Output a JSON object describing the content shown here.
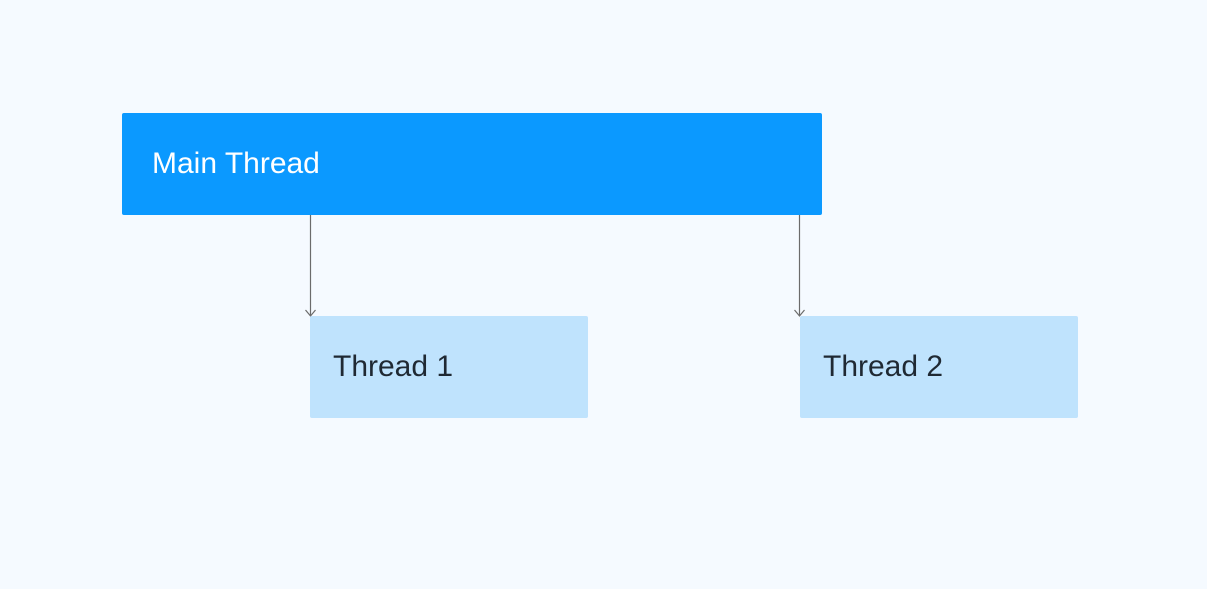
{
  "diagram": {
    "nodes": {
      "main": {
        "label": "Main Thread"
      },
      "thread1": {
        "label": "Thread 1"
      },
      "thread2": {
        "label": "Thread 2"
      }
    },
    "edges": [
      {
        "from": "Main Thread",
        "to": "Thread 1"
      },
      {
        "from": "Main Thread",
        "to": "Thread 2"
      }
    ],
    "colors": {
      "background": "#f5faff",
      "main_node": "#0b99ff",
      "child_node": "#bfe3fd",
      "connector": "#6b6b6b"
    }
  }
}
